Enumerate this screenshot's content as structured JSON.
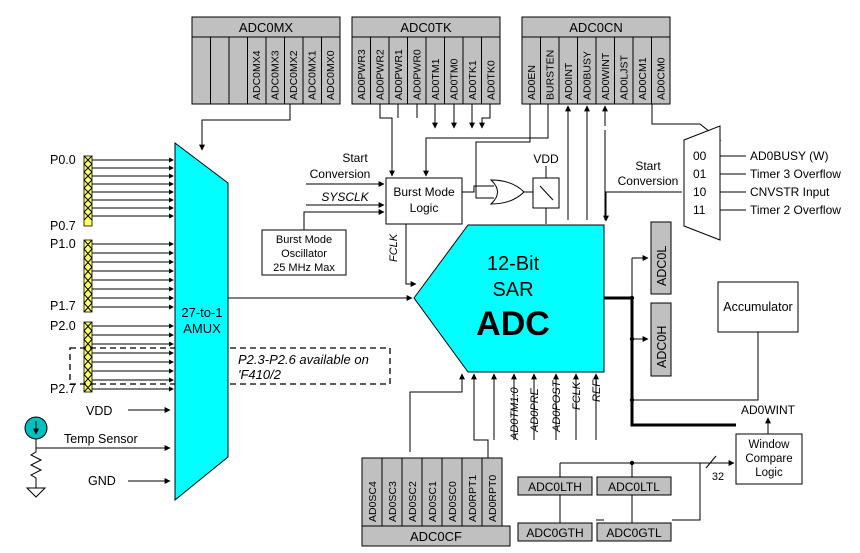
{
  "registers": {
    "adc0mx": {
      "name": "ADC0MX",
      "bits": [
        "",
        "",
        "",
        "ADC0MX4",
        "ADC0MX3",
        "ADC0MX2",
        "ADC0MX1",
        "ADC0MX0"
      ]
    },
    "adc0tk": {
      "name": "ADC0TK",
      "bits": [
        "AD0PWR3",
        "AD0PWR2",
        "AD0PWR1",
        "AD0PWR0",
        "AD0TM1",
        "AD0TM0",
        "AD0TK1",
        "AD0TK0"
      ]
    },
    "adc0cn": {
      "name": "ADC0CN",
      "bits": [
        "AD0EN",
        "BURSTEN",
        "AD0INT",
        "AD0BUSY",
        "AD0WINT",
        "AD0LJST",
        "AD0CM1",
        "AD0CM0"
      ]
    },
    "adc0cf": {
      "name": "ADC0CF",
      "bits": [
        "AD0SC4",
        "AD0SC3",
        "AD0SC2",
        "AD0SC1",
        "AD0SC0",
        "AD0RPT1",
        "AD0RPT0"
      ]
    }
  },
  "pins": {
    "p00": "P0.0",
    "p07": "P0.7",
    "p10": "P1.0",
    "p17": "P1.7",
    "p20": "P2.0",
    "p27": "P2.7",
    "vdd": "VDD",
    "temp": "Temp Sensor",
    "gnd": "GND"
  },
  "amux": {
    "line1": "27-to-1",
    "line2": "AMUX"
  },
  "note": {
    "line1": "P2.3-P2.6 available on",
    "line2": "'F410/2"
  },
  "adc": {
    "line1": "12-Bit",
    "line2": "SAR",
    "line3": "ADC"
  },
  "burst": {
    "start_line1": "Start",
    "start_line2": "Conversion",
    "sysclk": "SYSCLK",
    "logic_line1": "Burst Mode",
    "logic_line2": "Logic",
    "osc_line1": "Burst Mode",
    "osc_line2": "Oscillator",
    "osc_line3": "25 MHz Max",
    "fclk": "FCLK"
  },
  "vdd_switch": "VDD",
  "mux_sources": {
    "start_line1": "Start",
    "start_line2": "Conversion",
    "codes": [
      "00",
      "01",
      "10",
      "11"
    ],
    "labels": [
      "AD0BUSY (W)",
      "Timer 3 Overflow",
      "CNVSTR Input",
      "Timer 2 Overflow"
    ]
  },
  "data_regs": {
    "adc0l": "ADC0L",
    "adc0h": "ADC0H"
  },
  "accumulator": "Accumulator",
  "window": {
    "flag": "AD0WINT",
    "line1": "Window",
    "line2": "Compare",
    "line3": "Logic",
    "bus": "32"
  },
  "compare_regs": {
    "lth": "ADC0LTH",
    "ltl": "ADC0LTL",
    "gth": "ADC0GTH",
    "gtl": "ADC0GTL"
  },
  "bottom_signals": [
    "AD0TM1:0",
    "AD0PRE",
    "AD0POST",
    "FCLK",
    "REF"
  ],
  "colors": {
    "cyan": "#00ffff",
    "pin_yellow": "#ffff66",
    "register_gray": "#c0c0c0"
  }
}
